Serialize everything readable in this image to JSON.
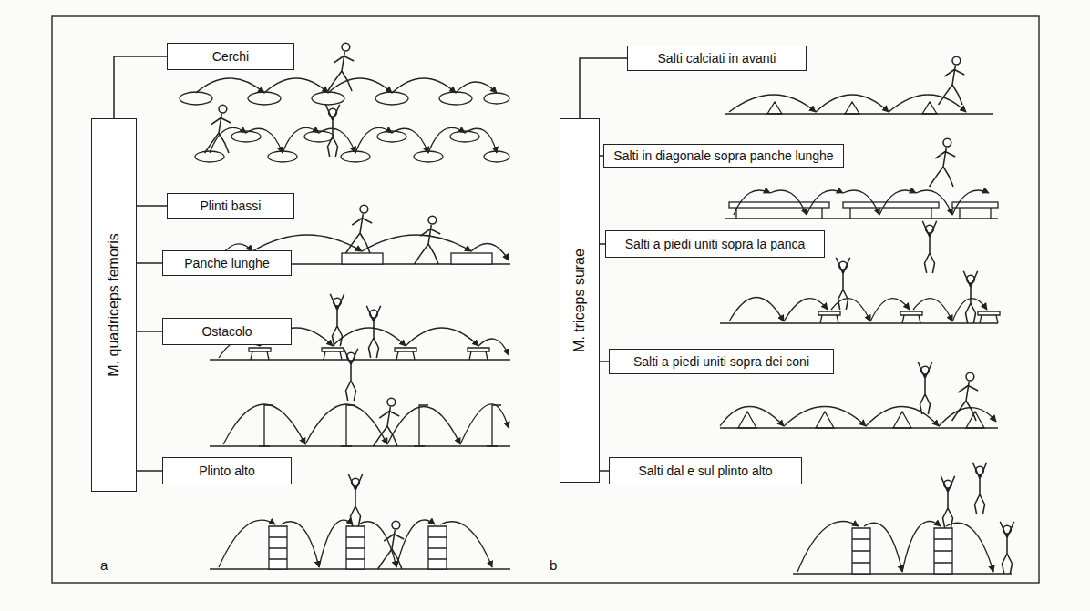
{
  "diagram": {
    "nodes": [
      {
        "text": [
          "M. quadriceps femoris"
        ]
      },
      {
        "text": [
          "Cerchi"
        ]
      },
      {
        "text": [
          "Plinti bassi"
        ]
      },
      {
        "text": [
          "Panche lunghe"
        ]
      },
      {
        "text": [
          "Ostacolo"
        ]
      },
      {
        "text": [
          "Plinto alto"
        ]
      },
      {
        "text": [
          "M. triceps surae"
        ]
      },
      {
        "text": [
          "Salti calciati in avanti"
        ]
      },
      {
        "text": [
          "Salti in diagonale sopra panche lunghe"
        ]
      },
      {
        "text": [
          "Salti a piedi uniti sopra la panca"
        ]
      },
      {
        "text": [
          "Salti a piedi uniti sopra dei coni"
        ]
      },
      {
        "text": [
          "Salti dal e sul plinto alto"
        ]
      }
    ],
    "edges": [
      {
        "from": 0,
        "to": 1,
        "arrow": "none"
      },
      {
        "from": 0,
        "to": 2,
        "arrow": "none"
      },
      {
        "from": 0,
        "to": 3,
        "arrow": "none"
      },
      {
        "from": 0,
        "to": 4,
        "arrow": "none"
      },
      {
        "from": 0,
        "to": 5,
        "arrow": "none"
      },
      {
        "from": 6,
        "to": 7,
        "arrow": "none"
      },
      {
        "from": 6,
        "to": 8,
        "arrow": "none"
      },
      {
        "from": 6,
        "to": 9,
        "arrow": "none"
      },
      {
        "from": 6,
        "to": 10,
        "arrow": "none"
      },
      {
        "from": 6,
        "to": 11,
        "arrow": "none"
      }
    ],
    "labels": [
      "a",
      "b"
    ]
  }
}
